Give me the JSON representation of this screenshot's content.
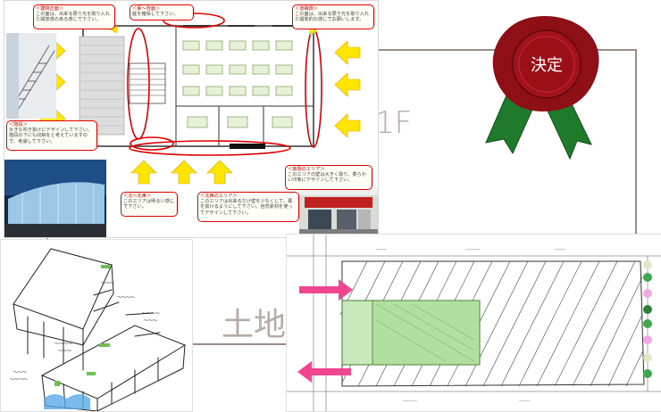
{
  "board": {
    "label_1f": "1F",
    "label_land": "土地",
    "seal_label": "決定"
  },
  "notes": [
    {
      "id": "entrance",
      "title": "＜建物正面＞",
      "body": "この面は、出来る限り光を取り入れた開放感のある感じで下さい。"
    },
    {
      "id": "top",
      "title": "＜裏～背面＞",
      "body": "庭を確保して下さい。"
    },
    {
      "id": "topright",
      "title": "＜道路側＞",
      "body": "この面は、出来る限り光を取り入れた開放的な感じでお願いします。"
    },
    {
      "id": "stairs",
      "title": "＜階段＞",
      "body": "大きな吹き抜けにデザインして下さい。階段の下にも収納をと考えていますので、考慮して下さい。"
    },
    {
      "id": "lowerright",
      "title": "＜南側のエリア＞",
      "body": "このエリアの壁は大きく取り、柔らかい印象にデザインして下さい。"
    },
    {
      "id": "north",
      "title": "＜北～北東＞",
      "body": "このエリアは明るい感じで下さい。"
    },
    {
      "id": "northarea",
      "title": "＜北西のエリア＞",
      "body": "このエリアは出来るだけ壁を少なくして、風を抜けるようにして下さい。自然素材を使ってデザインして下さい。"
    }
  ],
  "icons": {
    "arrow_color": "#ffe600",
    "pink_arrow_color": "#f0458f",
    "seal_color": "#8e0f16",
    "ribbon_color": "#1f7a2c"
  }
}
